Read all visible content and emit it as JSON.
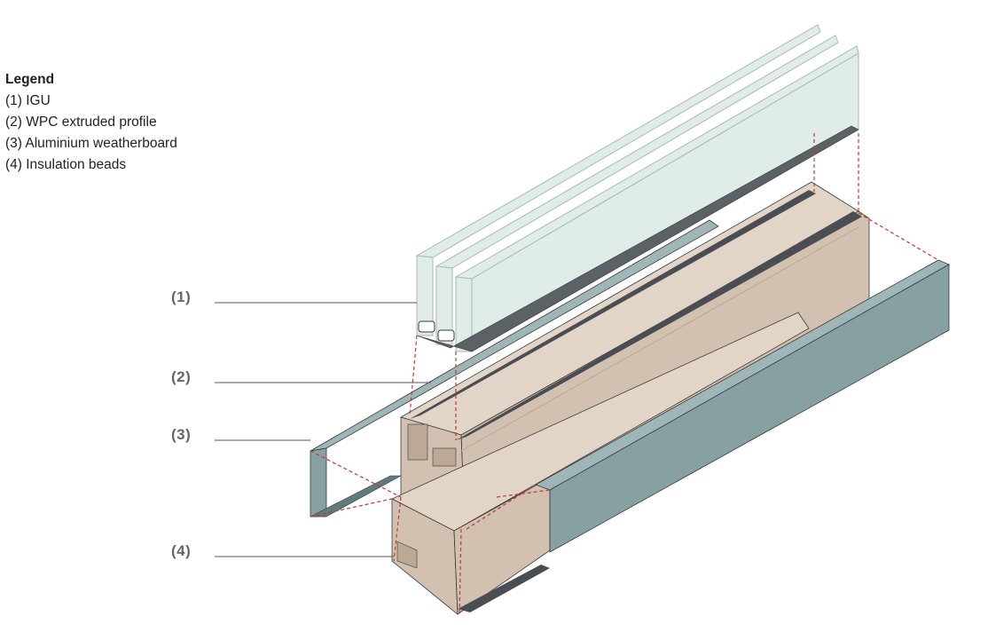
{
  "legend": {
    "title": "Legend",
    "items": [
      {
        "id": "1",
        "label": "(1) IGU"
      },
      {
        "id": "2",
        "label": "(2) WPC extruded profile"
      },
      {
        "id": "3",
        "label": "(3) Aluminium weatherboard"
      },
      {
        "id": "4",
        "label": "(4) Insulation beads"
      }
    ]
  },
  "callouts": [
    {
      "id": "1",
      "label": "(1)"
    },
    {
      "id": "2",
      "label": "(2)"
    },
    {
      "id": "3",
      "label": "(3)"
    },
    {
      "id": "4",
      "label": "(4)"
    }
  ],
  "colors": {
    "glass": "#dfece8",
    "glass_edge": "#a9b9b4",
    "wpc": "#d2c1b1",
    "wpc_dark": "#bba895",
    "wpc_light": "#e2d5c8",
    "aluminium": "#87a1a3",
    "aluminium_dark": "#5f7b7e",
    "aluminium_light": "#9fb6b8",
    "gasket": "#4a4e52",
    "guide_line": "#c0392b",
    "leader_line": "#555555",
    "outline": "#3a3a3a"
  }
}
